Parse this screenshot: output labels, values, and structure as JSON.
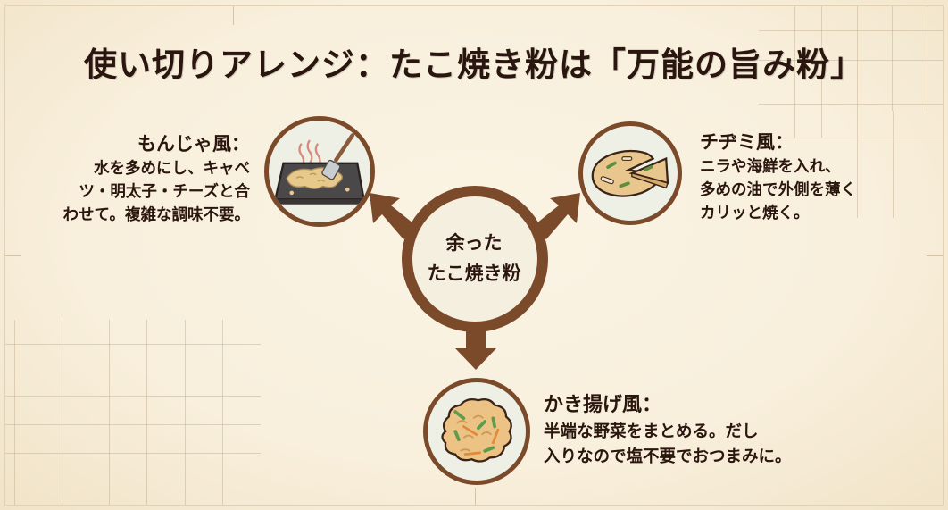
{
  "title": "使い切りアレンジ：たこ焼き粉は「万能の旨み粉」",
  "hub": {
    "label_line1": "余った",
    "label_line2": "たこ焼き粉",
    "icon": "three-way-arrow-icon"
  },
  "arrangements": [
    {
      "id": "monja",
      "heading": "もんじゃ風：",
      "lines": [
        "水を多めにし、キャベ",
        "ツ・明太子・チーズと合",
        "わせて。複雑な調味不要。"
      ],
      "icon": "monjayaki-griddle-icon",
      "arrow_direction": "upper-left"
    },
    {
      "id": "chijimi",
      "heading": "チヂミ風：",
      "lines": [
        "ニラや海鮮を入れ、",
        "多めの油で外側を薄く",
        "カリッと焼く。"
      ],
      "icon": "chijimi-pancake-icon",
      "arrow_direction": "upper-right"
    },
    {
      "id": "kakiage",
      "heading": "かき揚げ風：",
      "lines": [
        "半端な野菜をまとめる。だし",
        "入りなので塩不要でおつまみに。"
      ],
      "icon": "kakiage-fritter-icon",
      "arrow_direction": "down"
    }
  ],
  "colors": {
    "background": "#f7eedb",
    "accent_brown": "#7a4a2a",
    "text_dark": "#2a160e",
    "circle_fill": "#eef0e6",
    "grid_line": "#c8b697"
  }
}
